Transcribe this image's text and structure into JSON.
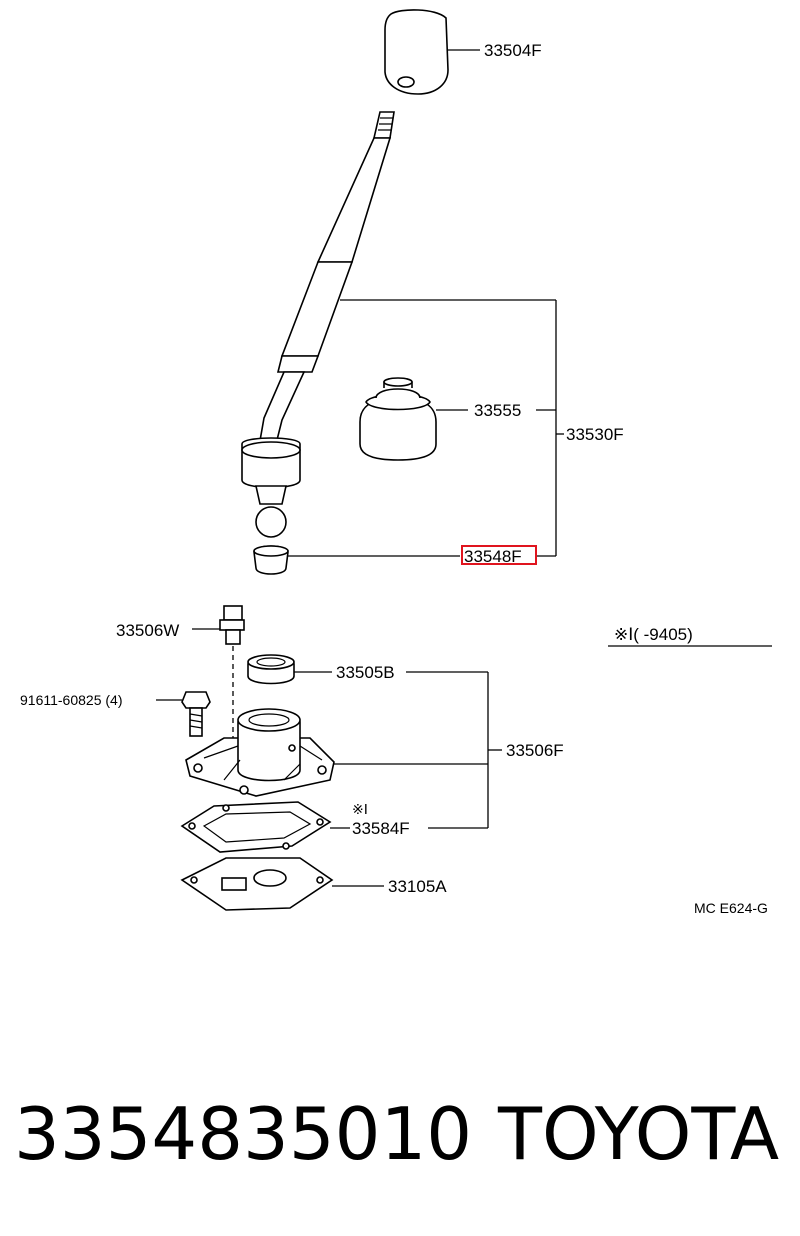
{
  "labels": {
    "knob": "33504F",
    "boot": "33555",
    "lever_assy": "33530F",
    "bushing": "33548F",
    "bolt_w": "33506W",
    "bolt_count": "91611-60825 (4)",
    "seat": "33505B",
    "housing": "33506F",
    "gasket": "33584F",
    "plate": "33105A",
    "note_mark": "※Ⅰ",
    "note_range": "※Ⅰ(        -9405)",
    "ref_code": "MC E624-G"
  },
  "highlight": {
    "part_number": "33548F",
    "color": "#e0141e"
  },
  "footer": {
    "part_number": "3354835010",
    "brand": "TOYOTA"
  }
}
